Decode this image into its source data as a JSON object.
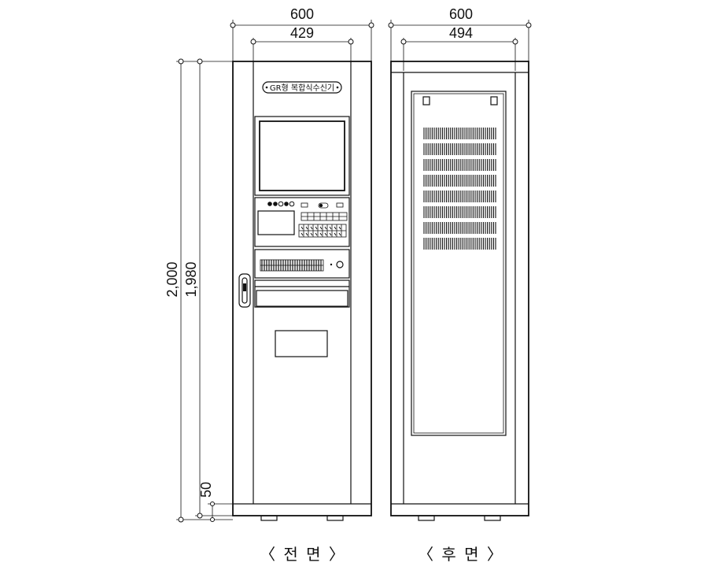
{
  "dimensions": {
    "front_outer_width": "600",
    "front_inner_width": "429",
    "rear_outer_width": "600",
    "rear_inner_width": "494",
    "total_height": "2,000",
    "body_height": "1,980",
    "base_height": "50"
  },
  "nameplate": "GR형 복합식수신기",
  "captions": {
    "front": "〈 전 면 〉",
    "rear": "〈 후 면 〉"
  }
}
